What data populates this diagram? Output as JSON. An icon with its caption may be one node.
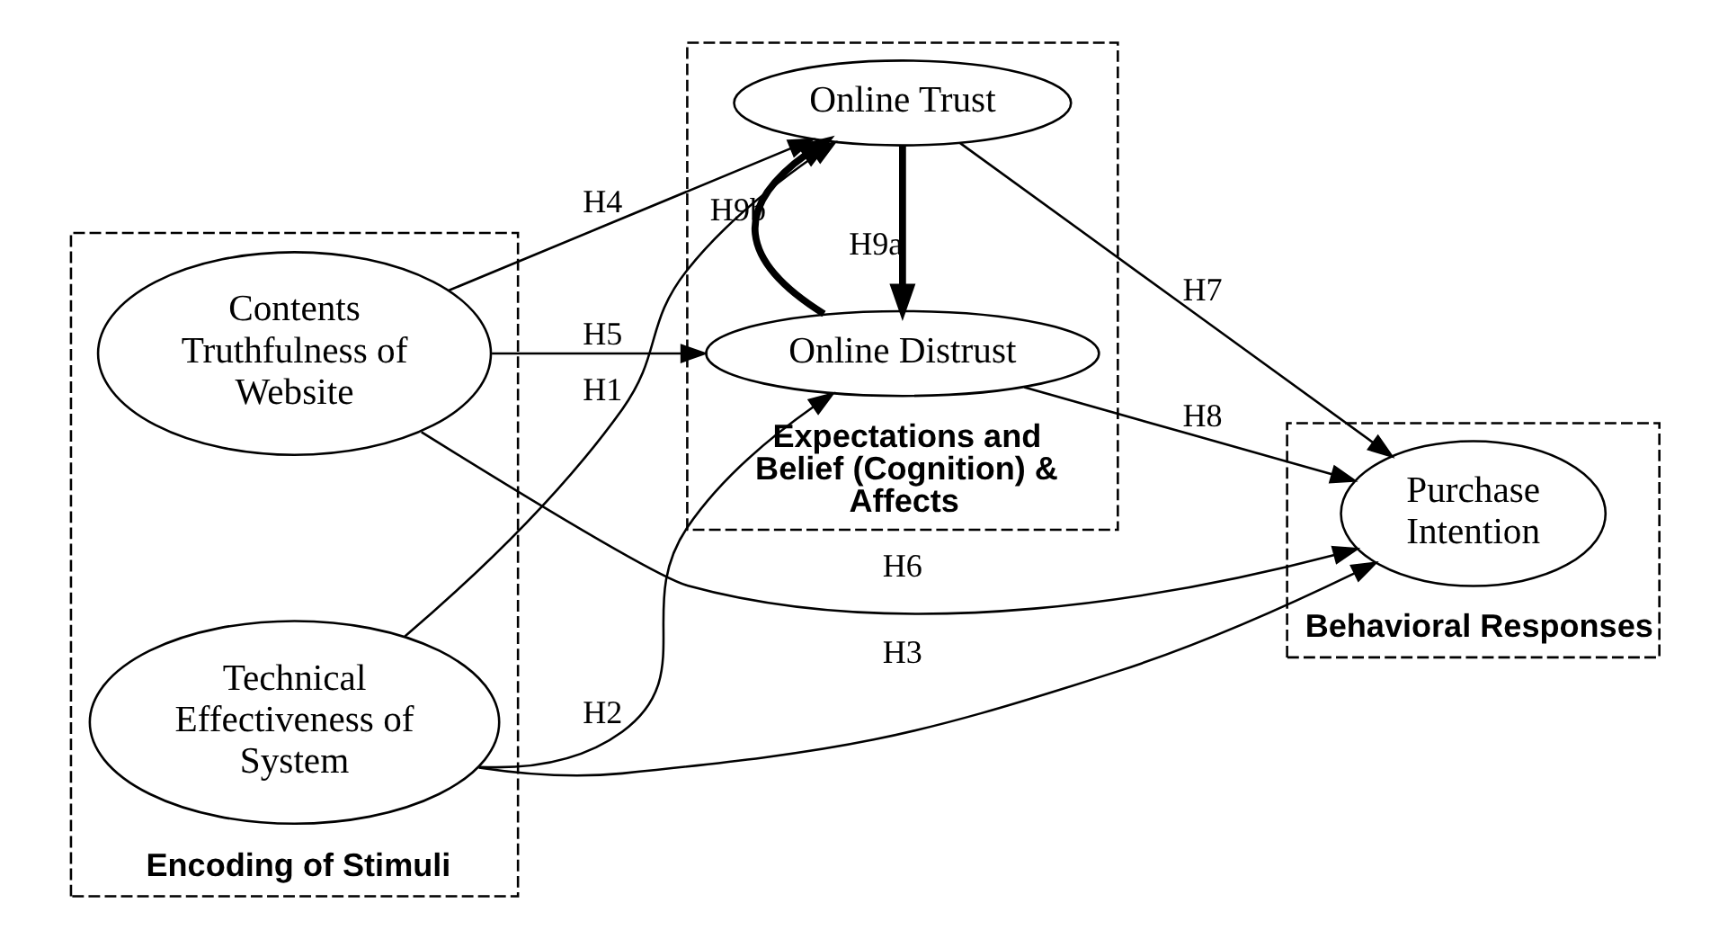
{
  "diagram": {
    "nodes": [
      {
        "text": [
          "Encoding of Stimuli"
        ]
      },
      {
        "text": [
          "Technical Effectiveness of System"
        ],
        "in": 0
      },
      {
        "text": [
          "Contents Truthfulness of Website"
        ],
        "in": 0
      },
      {
        "text": [
          "Expectations and Belief (Cognition) & Affects"
        ]
      },
      {
        "text": [
          "Online Trust"
        ],
        "in": 3
      },
      {
        "text": [
          "Online Distrust"
        ],
        "in": 3
      },
      {
        "text": [
          "Behavioral Responses"
        ]
      },
      {
        "text": [
          "Purchase Intention"
        ],
        "in": 6
      }
    ],
    "edges": [
      {
        "from": 1,
        "to": 7,
        "arrow": "to",
        "label": "H3"
      },
      {
        "from": 1,
        "to": 4,
        "arrow": "to",
        "label": "H1"
      },
      {
        "from": 1,
        "to": 5,
        "arrow": "to",
        "label": "H2"
      },
      {
        "from": 2,
        "to": 4,
        "arrow": "to",
        "label": "H4"
      },
      {
        "from": 2,
        "to": 5,
        "arrow": "to",
        "label": "H5"
      },
      {
        "from": 2,
        "to": 7,
        "arrow": "to",
        "label": "H6"
      },
      {
        "from": 4,
        "to": 7,
        "arrow": "to",
        "label": "H7"
      },
      {
        "from": 5,
        "to": 7,
        "arrow": "to",
        "label": "H8"
      },
      {
        "from": 4,
        "to": 5,
        "arrow": "to",
        "label": "H9a",
        "style": "thick"
      },
      {
        "from": 5,
        "to": 4,
        "arrow": "to",
        "label": "H9b",
        "style": "thick"
      }
    ]
  }
}
